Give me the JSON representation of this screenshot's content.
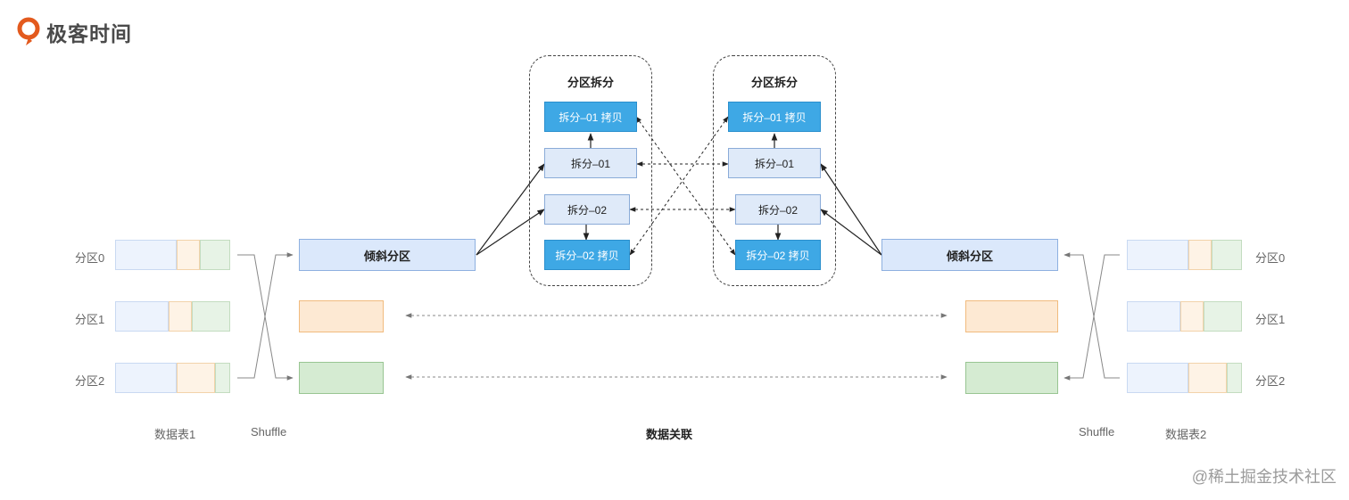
{
  "brand": {
    "logo_text": "极客时间",
    "logo_color": "#e35a1e"
  },
  "watermark": "@稀土掘金技术社区",
  "left": {
    "partitions": [
      "分区0",
      "分区1",
      "分区2"
    ],
    "table_label": "数据表1",
    "shuffle_label": "Shuffle",
    "skew_label": "倾斜分区"
  },
  "right": {
    "partitions": [
      "分区0",
      "分区1",
      "分区2"
    ],
    "table_label": "数据表2",
    "shuffle_label": "Shuffle",
    "skew_label": "倾斜分区"
  },
  "clusters": [
    {
      "title": "分区拆分",
      "copy1": "拆分–01 拷贝",
      "split1": "拆分–01",
      "split2": "拆分–02",
      "copy2": "拆分–02 拷贝"
    },
    {
      "title": "分区拆分",
      "copy1": "拆分–01 拷贝",
      "split1": "拆分–01",
      "split2": "拆分–02",
      "copy2": "拆分–02 拷贝"
    }
  ],
  "join_label": "数据关联",
  "colors": {
    "blue": "#edf3fd",
    "orange": "#fef3e6",
    "green": "#e7f3e6",
    "skew": "#dbe8fb",
    "copy": "#3ea8e5",
    "split": "#dfeaf9"
  }
}
